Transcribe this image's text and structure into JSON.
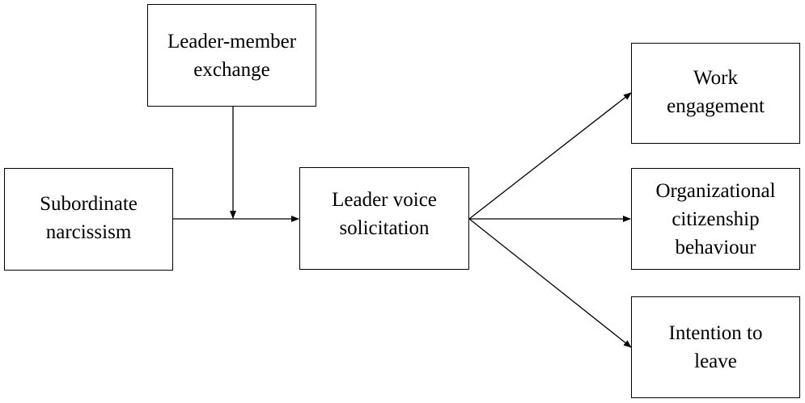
{
  "diagram": {
    "nodes": {
      "moderator": {
        "label": "Leader-member\nexchange"
      },
      "independent": {
        "label": "Subordinate\nnarcissism"
      },
      "mediator": {
        "label": "Leader voice\nsolicitation"
      },
      "outcome_work": {
        "label": "Work\nengagement"
      },
      "outcome_ocb": {
        "label": "Organizational\ncitizenship\nbehaviour"
      },
      "outcome_leave": {
        "label": "Intention to\nleave"
      }
    },
    "edges": [
      {
        "from": "independent",
        "to": "mediator"
      },
      {
        "from": "moderator",
        "to": "independent-mediator-path"
      },
      {
        "from": "mediator",
        "to": "outcome_work"
      },
      {
        "from": "mediator",
        "to": "outcome_ocb"
      },
      {
        "from": "mediator",
        "to": "outcome_leave"
      }
    ],
    "colors": {
      "stroke": "#000000",
      "background": "#ffffff"
    }
  }
}
